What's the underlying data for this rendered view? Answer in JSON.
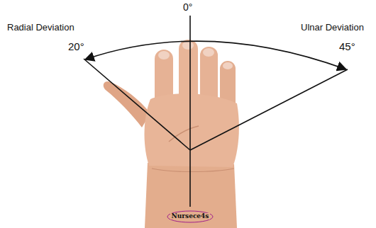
{
  "diagram": {
    "labels": [
      "Radial Deviation",
      "20°",
      "0°",
      "Ulnar Deviation",
      "45°",
      "Nursece4s"
    ]
  }
}
